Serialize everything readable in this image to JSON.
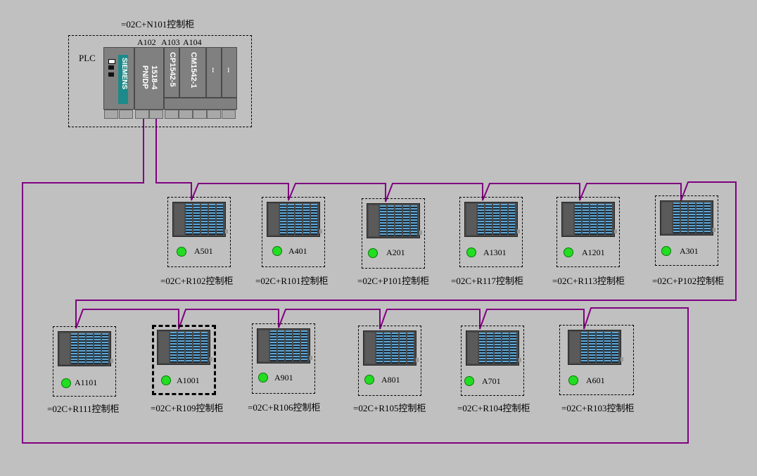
{
  "plc": {
    "cabinet_label": "=02C+N101控制柜",
    "label": "PLC",
    "addr_a102": "A102",
    "addr_a103": "A103",
    "addr_a104": "A104",
    "brand": "SIEMENS",
    "cpu_line1": "1518-4",
    "cpu_line2": "PN/DP",
    "mod1": "CP1542-5",
    "mod2": "CM1542-1",
    "mod3": "--",
    "mod4": "--"
  },
  "row1": [
    {
      "id": "A501",
      "cabinet": "=02C+R102控制柜"
    },
    {
      "id": "A401",
      "cabinet": "=02C+R101控制柜"
    },
    {
      "id": "A201",
      "cabinet": "=02C+P101控制柜"
    },
    {
      "id": "A1301",
      "cabinet": "=02C+R117控制柜"
    },
    {
      "id": "A1201",
      "cabinet": "=02C+R113控制柜"
    },
    {
      "id": "A301",
      "cabinet": "=02C+P102控制柜"
    }
  ],
  "row2": [
    {
      "id": "A1101",
      "cabinet": "=02C+R111控制柜"
    },
    {
      "id": "A1001",
      "cabinet": "=02C+R109控制柜"
    },
    {
      "id": "A901",
      "cabinet": "=02C+R106控制柜"
    },
    {
      "id": "A801",
      "cabinet": "=02C+R105控制柜"
    },
    {
      "id": "A701",
      "cabinet": "=02C+R104控制柜"
    },
    {
      "id": "A601",
      "cabinet": "=02C+R103控制柜"
    }
  ],
  "colors": {
    "network_line": "#800080",
    "led_ok": "#22dd22",
    "background": "#c0c0c0"
  }
}
